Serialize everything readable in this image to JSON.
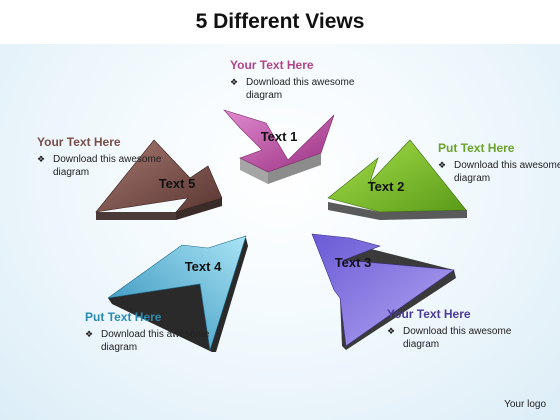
{
  "title": "5 Different Views",
  "arrows": [
    {
      "label": "Text 1",
      "color": "#b04a9a"
    },
    {
      "label": "Text 2",
      "color": "#7fbf2a"
    },
    {
      "label": "Text 3",
      "color": "#7f6fe0"
    },
    {
      "label": "Text 4",
      "color": "#2f9fc8"
    },
    {
      "label": "Text 5",
      "color": "#7a4e48"
    }
  ],
  "callouts": [
    {
      "heading": "Your Text Here",
      "heading_color": "#b0458c",
      "bullet": "❖",
      "body": "Download this awesome diagram"
    },
    {
      "heading": "Put Text Here",
      "heading_color": "#6aa22a",
      "bullet": "❖",
      "body": "Download this awesome diagram"
    },
    {
      "heading": "Your Text Here",
      "heading_color": "#4a3a9a",
      "bullet": "❖",
      "body": "Download this awesome diagram"
    },
    {
      "heading": "Put Text Here",
      "heading_color": "#2a8ab0",
      "bullet": "❖",
      "body": "Download this awesome diagram"
    },
    {
      "heading": "Your Text Here",
      "heading_color": "#7a4e48",
      "bullet": "❖",
      "body": "Download this awesome diagram"
    }
  ],
  "logo": "Your logo"
}
